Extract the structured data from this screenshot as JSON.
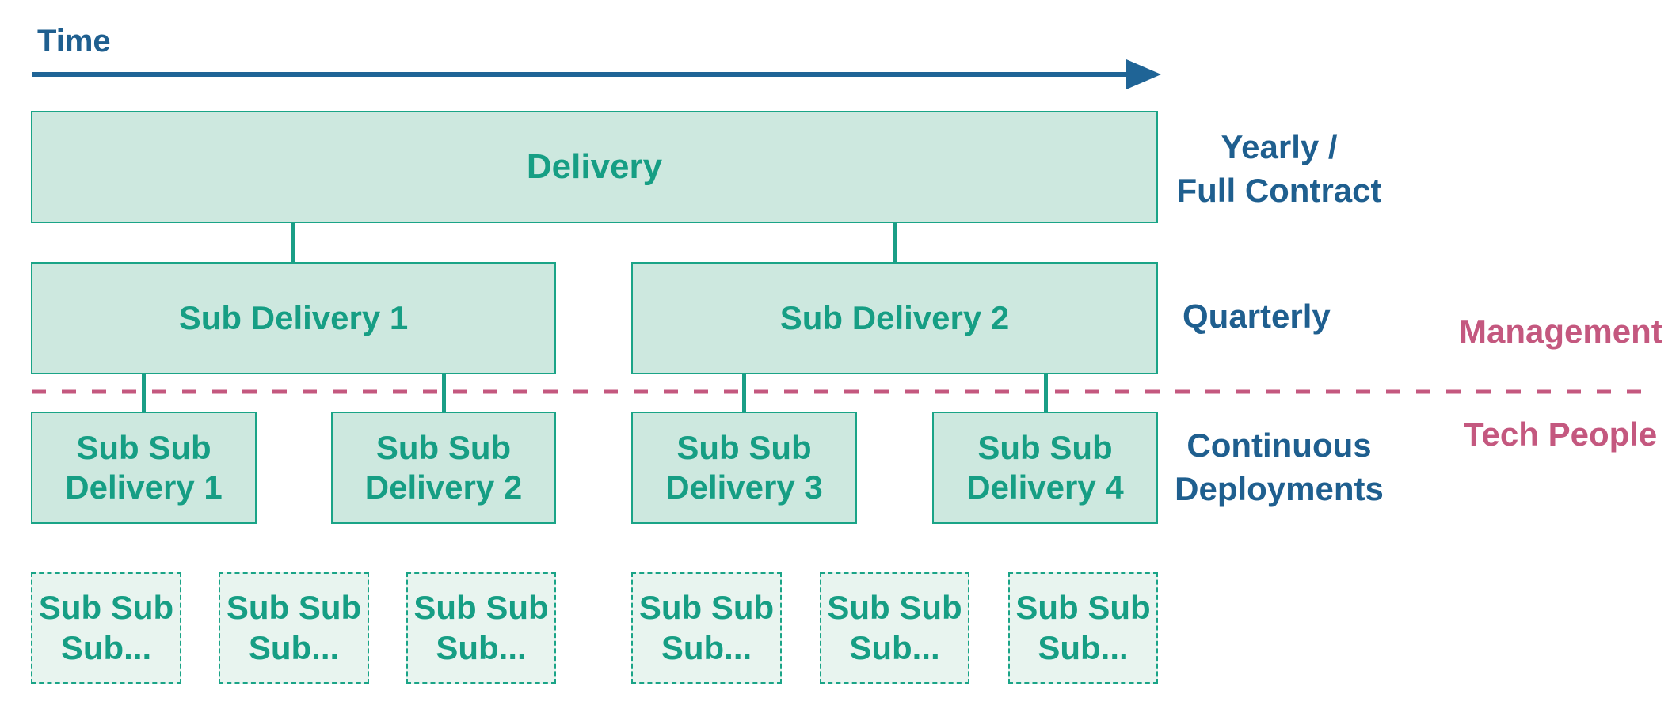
{
  "time_label": "Time",
  "colors": {
    "primary_green": "#1aa487",
    "box_fill": "#cde8df",
    "dashed_fill": "#e8f4ef",
    "blue": "#1f5f8f",
    "pink": "#c4587f"
  },
  "hierarchy": {
    "delivery": "Delivery",
    "sub_deliveries": [
      "Sub Delivery 1",
      "Sub Delivery 2"
    ],
    "sub_sub_deliveries": [
      {
        "line1": "Sub Sub",
        "line2": "Delivery 1"
      },
      {
        "line1": "Sub Sub",
        "line2": "Delivery 2"
      },
      {
        "line1": "Sub Sub",
        "line2": "Delivery 3"
      },
      {
        "line1": "Sub Sub",
        "line2": "Delivery 4"
      }
    ],
    "sub_sub_sub": [
      {
        "line1": "Sub Sub",
        "line2": "Sub..."
      },
      {
        "line1": "Sub Sub",
        "line2": "Sub..."
      },
      {
        "line1": "Sub Sub",
        "line2": "Sub..."
      },
      {
        "line1": "Sub Sub",
        "line2": "Sub..."
      },
      {
        "line1": "Sub Sub",
        "line2": "Sub..."
      },
      {
        "line1": "Sub Sub",
        "line2": "Sub..."
      }
    ]
  },
  "cadence_labels": {
    "yearly_line1": "Yearly /",
    "yearly_line2": "Full Contract",
    "quarterly": "Quarterly",
    "continuous_line1": "Continuous",
    "continuous_line2": "Deployments"
  },
  "audience_labels": {
    "management": "Management",
    "tech_people": "Tech People"
  }
}
